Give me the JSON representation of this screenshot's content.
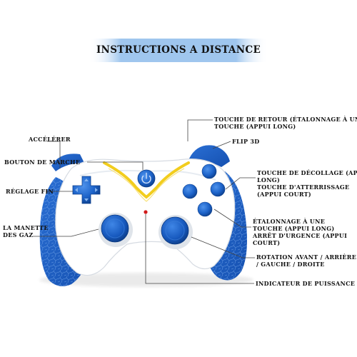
{
  "title": "INSTRUCTIONS A DISTANCE",
  "colors": {
    "shell": "#ffffff",
    "accent_blue": "#1d63c9",
    "accent_yellow": "#f2cd1d",
    "banner_blue": "#9fc6ee",
    "leader_line": "#444444",
    "power_led": "#d11b1b"
  },
  "labels": {
    "accelerer": "ACCÉLÉRER",
    "bouton_de_marche": "BOUTON DE MARCHE",
    "reglage_fin": "RÉGLAGE FIN",
    "manette_line1": "LA MANETTE",
    "manette_line2": "DES GAZ",
    "retour_line1": "TOUCHE DE RETOUR (ÉTALONNAGE À UNE",
    "retour_line2": "TOUCHE (APPUI LONG)",
    "flip": "FLIP 3D",
    "decollage_line1": "TOUCHE DE DÉCOLLAGE (APPUI",
    "decollage_line2": "LONG)",
    "decollage_line3": "TOUCHE D'ATTERRISSAGE",
    "decollage_line4": "(APPUI COURT)",
    "etalonnage_line1": "ÉTALONNAGE À UNE",
    "etalonnage_line2": "TOUCHE (APPUI LONG)",
    "etalonnage_line3": "ARRÊT D'URGENCE (APPUI",
    "etalonnage_line4": "COURT)",
    "rotation_line1": "ROTATION AVANT / ARRIÈRE",
    "rotation_line2": "/ GAUCHE / DROITE",
    "puissance": "INDICATEUR DE PUISSANCE"
  }
}
